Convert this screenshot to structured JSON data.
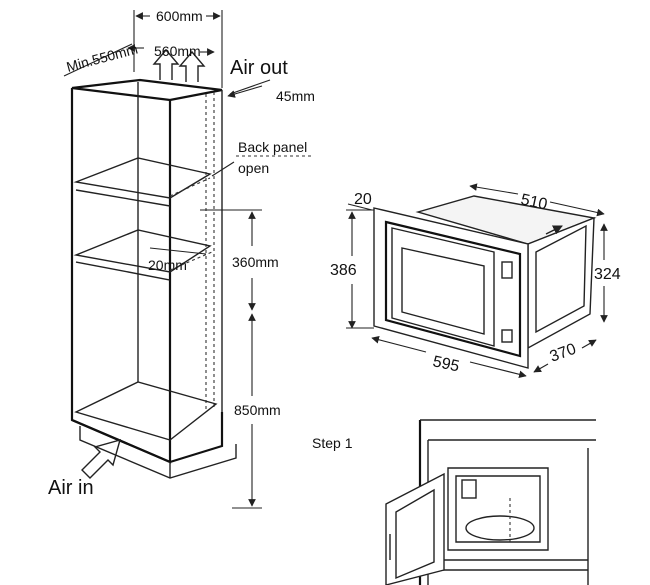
{
  "cabinet": {
    "width_label": "600mm",
    "depth_label": "Min.550mm",
    "inner_width_label": "560mm",
    "air_out_label": "Air out",
    "gap_label": "45mm",
    "back_panel_label_line1": "Back panel",
    "back_panel_label_line2": "open",
    "shelf_gap_label": "20mm",
    "opening_height_label": "360mm",
    "base_height_label": "850mm",
    "air_in_label": "Air in"
  },
  "microwave": {
    "frame_label": "20",
    "depth_label": "510",
    "height_label": "386",
    "body_height_label": "324",
    "width_label": "595",
    "body_depth_label": "370"
  },
  "steps": {
    "step1_label": "Step 1"
  }
}
